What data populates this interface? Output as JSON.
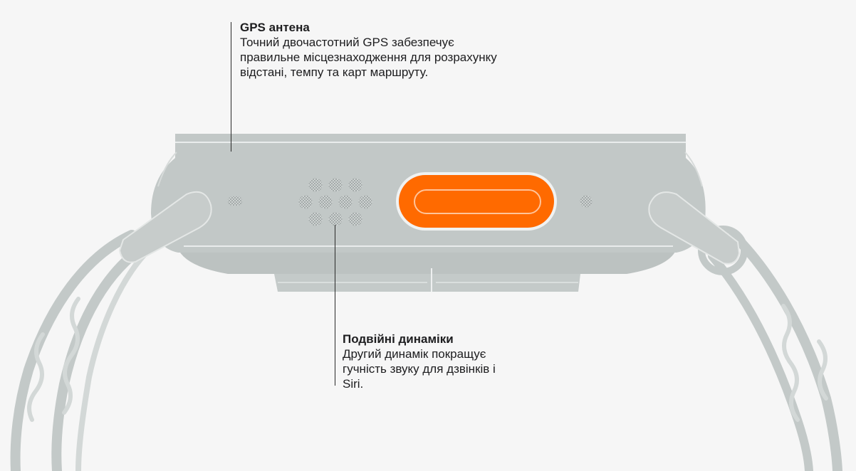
{
  "colors": {
    "background": "#f6f6f6",
    "case": "#c2c8c7",
    "case_light": "#cdd2d1",
    "case_edge": "#e9ecec",
    "band": "#c3c9c8",
    "action_button": "#ff6a00",
    "text": "#1d1d1f"
  },
  "callouts": {
    "gps": {
      "title": "GPS антена",
      "body": "Точний двочастотний GPS забезпечує правильне місцезнаходження для розрахунку відстані, темпу та карт маршруту."
    },
    "speakers": {
      "title": "Подвійні динаміки",
      "body": "Другий динамік покращує гучність звуку для дзвінків і Siri."
    }
  },
  "parts": {
    "speaker_grille_icon": "speaker-grille-icon",
    "action_button_icon": "action-button-icon",
    "microphone_icon": "microphone-icon",
    "lug_icon": "band-lug-icon",
    "band_icon": "alpine-loop-band-icon"
  }
}
